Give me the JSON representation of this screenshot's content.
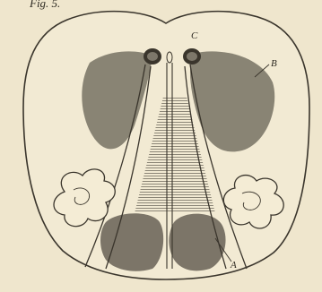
{
  "labels": {
    "a": "A",
    "b": "B",
    "c": "C",
    "figure_number": "Fig. 5."
  },
  "colors": {
    "paper": "#efe6cd",
    "ink": "#3a352c",
    "shading": "#6c665a"
  }
}
